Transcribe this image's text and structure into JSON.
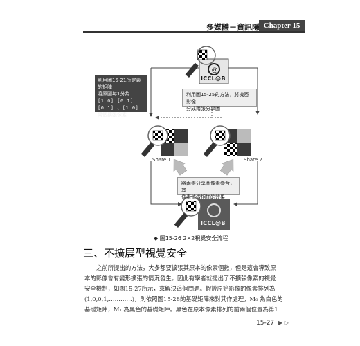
{
  "header": {
    "chapter_zh": "多媒體－資訊隱藏",
    "chapter_en": "Chapter 15"
  },
  "figure": {
    "logo_text": "ICCL@B",
    "note_left": {
      "line1": "利用圖15-21所定義的矩陣",
      "line2": "將原圖每1分為",
      "matrix_row1": "[1 0]   [0 1]",
      "matrix_row2": "[0 1] 、[1 0]",
      "line3": "兩個擴張像素"
    },
    "note_right": {
      "line1": "利用圖15-25的方法，將機密影像",
      "line2": "分成兩張分享圖"
    },
    "note_bottom": {
      "line1": "將兩張分享圖像素疊合，其",
      "line2": "像素值做相加的效果"
    },
    "share1": "Share 1",
    "share2": "Share 2",
    "caption": "◆ 圖15-26  2×2視覺安全流程"
  },
  "section": {
    "title": "三、不擴展型視覺安全"
  },
  "body": {
    "p1": "之前所提出的方法，大多都要擴張其原本的像素個數，但是這會導致原",
    "p2": "本的影像會有變形擴張的情況發生。因此有學者就提出了不擴張像素的視覺",
    "p3": "安全機制，如圖15-27所示，來解決這個問題。假設原始影像的像素排列為",
    "p4": "(1,0,0,1,…………)，則依照圖15-28的基礎矩陣來對其作處理，M₀ 為白色的",
    "p5": "基礎矩陣，M₁ 為黑色的基礎矩陣。黑色在原本像素排列的前兩個位置為第1"
  },
  "footer": {
    "page": "15-27",
    "arrow": "▶ ▷"
  }
}
